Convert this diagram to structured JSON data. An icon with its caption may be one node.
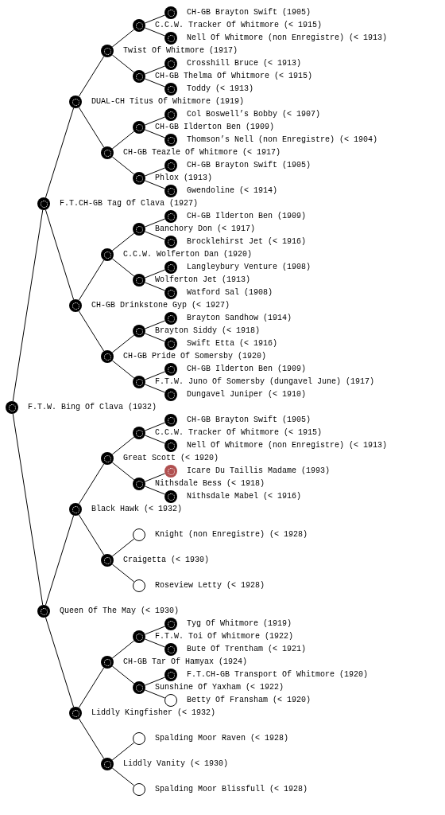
{
  "diagram": {
    "nodes": [
      {
        "text": [
          "CH-GB Brayton Swift (1905)"
        ]
      },
      {
        "text": [
          "C.C.W. Tracker Of Whitmore (< 1915)"
        ]
      },
      {
        "text": [
          "Nell Of Whitmore (non Enregistre) (< 1913)"
        ]
      },
      {
        "text": [
          "Twist Of Whitmore (1917)"
        ]
      },
      {
        "text": [
          "Crosshill Bruce (< 1913)"
        ]
      },
      {
        "text": [
          "CH-GB Thelma Of Whitmore (< 1915)"
        ]
      },
      {
        "text": [
          "Toddy (< 1913)"
        ]
      },
      {
        "text": [
          "DUAL-CH Titus Of Whitmore (1919)"
        ]
      },
      {
        "text": [
          "Col Boswell’s Bobby (< 1907)"
        ]
      },
      {
        "text": [
          "CH-GB Ilderton Ben (1909)"
        ]
      },
      {
        "text": [
          "Thomson’s Nell (non Enregistre) (< 1904)"
        ]
      },
      {
        "text": [
          "CH-GB Teazle Of Whitmore (< 1917)"
        ]
      },
      {
        "text": [
          "CH-GB Brayton Swift (1905)"
        ]
      },
      {
        "text": [
          "Phlox (1913)"
        ]
      },
      {
        "text": [
          "Gwendoline (< 1914)"
        ]
      },
      {
        "text": [
          "F.T.CH-GB Tag Of Clava (1927)"
        ]
      },
      {
        "text": [
          "CH-GB Ilderton Ben (1909)"
        ]
      },
      {
        "text": [
          "Banchory Don (< 1917)"
        ]
      },
      {
        "text": [
          "Brocklehirst Jet (< 1916)"
        ]
      },
      {
        "text": [
          "C.C.W. Wolferton Dan (1920)"
        ]
      },
      {
        "text": [
          "Langleybury Venture (1908)"
        ]
      },
      {
        "text": [
          "Wolferton Jet (1913)"
        ]
      },
      {
        "text": [
          "Watford Sal (1908)"
        ]
      },
      {
        "text": [
          "CH-GB Drinkstone Gyp (< 1927)"
        ]
      },
      {
        "text": [
          "Brayton Sandhow (1914)"
        ]
      },
      {
        "text": [
          "Brayton Siddy (< 1918)"
        ]
      },
      {
        "text": [
          "Swift Etta (< 1916)"
        ]
      },
      {
        "text": [
          "CH-GB Pride Of Somersby (1920)"
        ]
      },
      {
        "text": [
          "CH-GB Ilderton Ben (1909)"
        ]
      },
      {
        "text": [
          "F.T.W. Juno Of Somersby (dungavel June) (1917)"
        ]
      },
      {
        "text": [
          "Dungavel Juniper (< 1910)"
        ]
      },
      {
        "text": [
          "F.T.W. Bing Of Clava (1932)"
        ]
      },
      {
        "text": [
          "CH-GB Brayton Swift (1905)"
        ]
      },
      {
        "text": [
          "C.C.W. Tracker Of Whitmore (< 1915)"
        ]
      },
      {
        "text": [
          "Nell Of Whitmore (non Enregistre) (< 1913)"
        ]
      },
      {
        "text": [
          "Great Scott (< 1920)"
        ]
      },
      {
        "text": [
          "Icare Du Taillis Madame (1993)"
        ]
      },
      {
        "text": [
          "Nithsdale Bess (< 1918)"
        ]
      },
      {
        "text": [
          "Nithsdale Mabel (< 1916)"
        ]
      },
      {
        "text": [
          "Black Hawk (< 1932)"
        ]
      },
      {
        "text": [
          "Knight (non Enregistre) (< 1928)"
        ]
      },
      {
        "text": [
          "Craigetta (< 1930)"
        ]
      },
      {
        "text": [
          "Roseview Letty (< 1928)"
        ]
      },
      {
        "text": [
          "Queen Of The May (< 1930)"
        ]
      },
      {
        "text": [
          "Tyg Of Whitmore (1919)"
        ]
      },
      {
        "text": [
          "F.T.W. Toi Of Whitmore (1922)"
        ]
      },
      {
        "text": [
          "Bute Of Trentham (< 1921)"
        ]
      },
      {
        "text": [
          "CH-GB Tar Of Hamyax (1924)"
        ]
      },
      {
        "text": [
          "F.T.CH-GB Transport Of Whitmore (1920)"
        ]
      },
      {
        "text": [
          "Sunshine Of Yaxham (< 1922)"
        ]
      },
      {
        "text": [
          "Betty Of Fransham (< 1920)"
        ]
      },
      {
        "text": [
          "Liddly Kingfisher (< 1932)"
        ]
      },
      {
        "text": [
          "Spalding Moor Raven (< 1928)"
        ]
      },
      {
        "text": [
          "Liddly Vanity (< 1930)"
        ]
      },
      {
        "text": [
          "Spalding Moor Blissfull (< 1928)"
        ]
      }
    ],
    "edges": [
      {
        "from": 31,
        "to": 15,
        "arrow": "none"
      },
      {
        "from": 31,
        "to": 43,
        "arrow": "none"
      },
      {
        "from": 15,
        "to": 7,
        "arrow": "none"
      },
      {
        "from": 15,
        "to": 23,
        "arrow": "none"
      },
      {
        "from": 7,
        "to": 3,
        "arrow": "none"
      },
      {
        "from": 7,
        "to": 11,
        "arrow": "none"
      },
      {
        "from": 3,
        "to": 1,
        "arrow": "none"
      },
      {
        "from": 3,
        "to": 5,
        "arrow": "none"
      },
      {
        "from": 1,
        "to": 0,
        "arrow": "none"
      },
      {
        "from": 1,
        "to": 2,
        "arrow": "none"
      },
      {
        "from": 5,
        "to": 4,
        "arrow": "none"
      },
      {
        "from": 5,
        "to": 6,
        "arrow": "none"
      },
      {
        "from": 11,
        "to": 9,
        "arrow": "none"
      },
      {
        "from": 11,
        "to": 13,
        "arrow": "none"
      },
      {
        "from": 9,
        "to": 8,
        "arrow": "none"
      },
      {
        "from": 9,
        "to": 10,
        "arrow": "none"
      },
      {
        "from": 13,
        "to": 12,
        "arrow": "none"
      },
      {
        "from": 13,
        "to": 14,
        "arrow": "none"
      },
      {
        "from": 23,
        "to": 19,
        "arrow": "none"
      },
      {
        "from": 23,
        "to": 27,
        "arrow": "none"
      },
      {
        "from": 19,
        "to": 17,
        "arrow": "none"
      },
      {
        "from": 19,
        "to": 21,
        "arrow": "none"
      },
      {
        "from": 17,
        "to": 16,
        "arrow": "none"
      },
      {
        "from": 17,
        "to": 18,
        "arrow": "none"
      },
      {
        "from": 21,
        "to": 20,
        "arrow": "none"
      },
      {
        "from": 21,
        "to": 22,
        "arrow": "none"
      },
      {
        "from": 27,
        "to": 25,
        "arrow": "none"
      },
      {
        "from": 27,
        "to": 29,
        "arrow": "none"
      },
      {
        "from": 25,
        "to": 24,
        "arrow": "none"
      },
      {
        "from": 25,
        "to": 26,
        "arrow": "none"
      },
      {
        "from": 29,
        "to": 28,
        "arrow": "none"
      },
      {
        "from": 29,
        "to": 30,
        "arrow": "none"
      },
      {
        "from": 43,
        "to": 39,
        "arrow": "none"
      },
      {
        "from": 43,
        "to": 51,
        "arrow": "none"
      },
      {
        "from": 39,
        "to": 35,
        "arrow": "none"
      },
      {
        "from": 39,
        "to": 41,
        "arrow": "none"
      },
      {
        "from": 35,
        "to": 33,
        "arrow": "none"
      },
      {
        "from": 35,
        "to": 37,
        "arrow": "none"
      },
      {
        "from": 33,
        "to": 32,
        "arrow": "none"
      },
      {
        "from": 33,
        "to": 34,
        "arrow": "none"
      },
      {
        "from": 37,
        "to": 36,
        "arrow": "none"
      },
      {
        "from": 37,
        "to": 38,
        "arrow": "none"
      },
      {
        "from": 41,
        "to": 40,
        "arrow": "none"
      },
      {
        "from": 41,
        "to": 42,
        "arrow": "none"
      },
      {
        "from": 51,
        "to": 47,
        "arrow": "none"
      },
      {
        "from": 51,
        "to": 53,
        "arrow": "none"
      },
      {
        "from": 47,
        "to": 45,
        "arrow": "none"
      },
      {
        "from": 47,
        "to": 49,
        "arrow": "none"
      },
      {
        "from": 45,
        "to": 44,
        "arrow": "none"
      },
      {
        "from": 45,
        "to": 46,
        "arrow": "none"
      },
      {
        "from": 49,
        "to": 48,
        "arrow": "none"
      },
      {
        "from": 49,
        "to": 50,
        "arrow": "none"
      },
      {
        "from": 53,
        "to": 52,
        "arrow": "none"
      },
      {
        "from": 53,
        "to": 54,
        "arrow": "none"
      }
    ]
  }
}
